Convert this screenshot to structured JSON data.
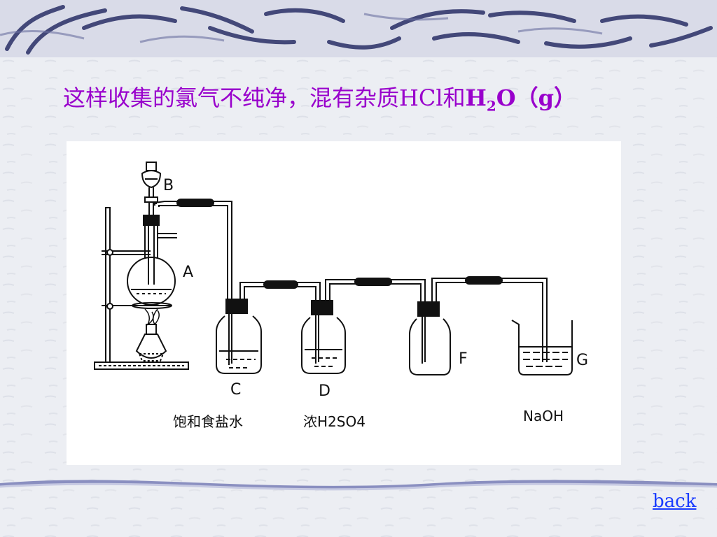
{
  "title": {
    "part1": "这样收集的氯气不纯净，混有杂质HCl和",
    "h2o_h": "H",
    "h2o_sub": "2",
    "h2o_o": "O",
    "h2o_state": "（g）"
  },
  "diagram": {
    "labels": {
      "a": "A",
      "b": "B",
      "c": "C",
      "d": "D",
      "f": "F",
      "g": "G"
    },
    "captions": {
      "c": "饱和食盐水",
      "d": "浓H2SO4",
      "g": "NaOH"
    }
  },
  "nav": {
    "back": "back"
  },
  "colors": {
    "title": "#9900cc",
    "link": "#1a3cff",
    "swirl": "#2a2f66"
  }
}
